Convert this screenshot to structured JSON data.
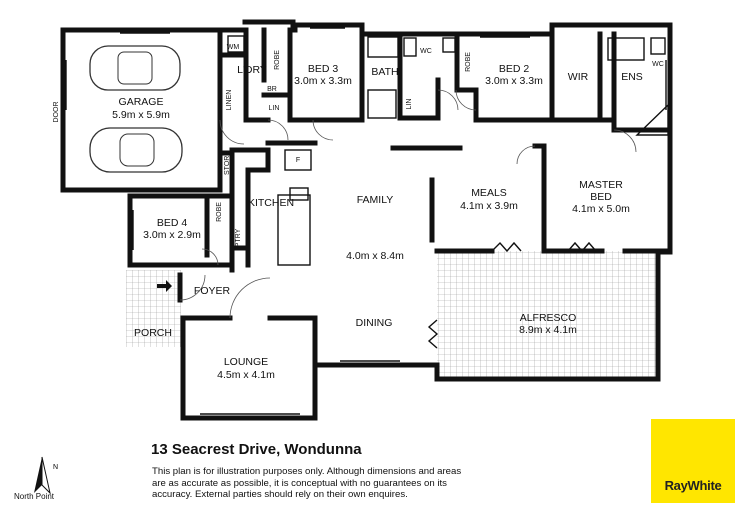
{
  "rooms": {
    "garage": {
      "name": "GARAGE",
      "dims": "5.9m x 5.9m"
    },
    "wm": "WM",
    "laundry": "L'DRY",
    "linen_garage": "LINEN",
    "robe_bed3": "ROBE",
    "br": "BR",
    "lin1": "LIN",
    "bed3": {
      "name": "BED 3",
      "dims": "3.0m x 3.3m"
    },
    "bath": "BATH",
    "wc1": "WC",
    "lin2": "LIN",
    "robe_bed2": "ROBE",
    "bed2": {
      "name": "BED 2",
      "dims": "3.0m x 3.3m"
    },
    "wir": "WIR",
    "ens": "ENS",
    "wc2": "WC",
    "store": "STORE",
    "fridge": "F",
    "kitchen": "KITCHEN",
    "family": {
      "name": "FAMILY",
      "dims": "4.0m x 8.4m"
    },
    "meals": {
      "name": "MEALS",
      "dims": "4.1m x 3.9m"
    },
    "master": {
      "name": "MASTER",
      "name2": "BED",
      "dims": "4.1m x 5.0m"
    },
    "bed4": {
      "name": "BED 4",
      "dims": "3.0m x 2.9m"
    },
    "robe_bed4": "ROBE",
    "pantry": "PTRY",
    "foyer": "FOYER",
    "porch": "PORCH",
    "dining": "DINING",
    "alfresco": {
      "name": "ALFRESCO",
      "dims": "8.9m x 4.1m"
    },
    "lounge": {
      "name": "LOUNGE",
      "dims": "4.5m x 4.1m"
    },
    "door_label": "DOOR"
  },
  "footer": {
    "address": "13 Seacrest Drive, Wondunna",
    "disclaimer": "This plan is for illustration purposes only.  Although dimensions and areas are as accurate as possible, it is conceptual with no guarantees on its accuracy. External parties should rely on their own enquires.",
    "north_label": "North Point",
    "north_letter": "N"
  },
  "brand": {
    "name": "RayWhite",
    "color": "#ffe600"
  },
  "colors": {
    "wall": "#111111",
    "paving": "#9a9a9a"
  }
}
